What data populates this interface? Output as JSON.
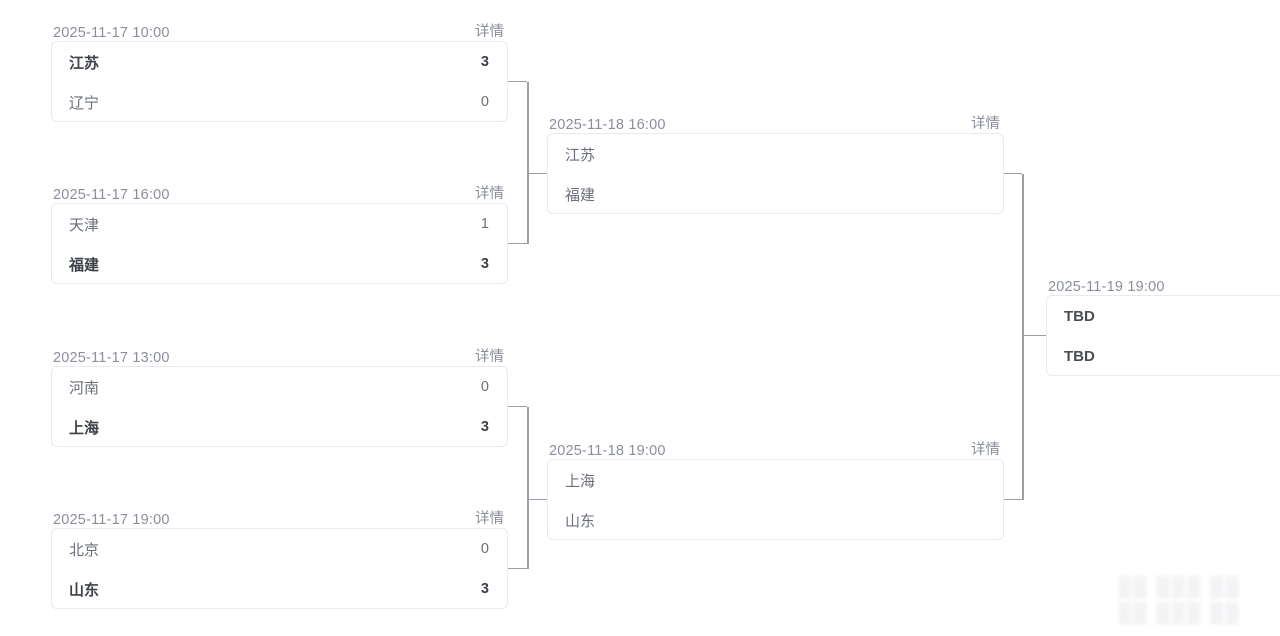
{
  "bracket": {
    "detail_label": "详情",
    "tbd_label": "TBD",
    "line_color": "#9a9ea6",
    "card_border_color": "#e8eaee",
    "muted_text_color": "#8a8f99",
    "winner_text_color": "#3d4148",
    "rounds": [
      {
        "name": "quarterfinals",
        "matches": [
          {
            "time": "2025-11-17  10:00",
            "detail": "详情",
            "teams": [
              {
                "name": "江苏",
                "score": "3",
                "winner": true
              },
              {
                "name": "辽宁",
                "score": "0",
                "winner": false
              }
            ]
          },
          {
            "time": "2025-11-17  16:00",
            "detail": "详情",
            "teams": [
              {
                "name": "天津",
                "score": "1",
                "winner": false
              },
              {
                "name": "福建",
                "score": "3",
                "winner": true
              }
            ]
          },
          {
            "time": "2025-11-17  13:00",
            "detail": "详情",
            "teams": [
              {
                "name": "河南",
                "score": "0",
                "winner": false
              },
              {
                "name": "上海",
                "score": "3",
                "winner": true
              }
            ]
          },
          {
            "time": "2025-11-17  19:00",
            "detail": "详情",
            "teams": [
              {
                "name": "北京",
                "score": "0",
                "winner": false
              },
              {
                "name": "山东",
                "score": "3",
                "winner": true
              }
            ]
          }
        ]
      },
      {
        "name": "semifinals",
        "matches": [
          {
            "time": "2025-11-18  16:00",
            "detail": "详情",
            "teams": [
              {
                "name": "江苏",
                "score": "",
                "winner": false
              },
              {
                "name": "福建",
                "score": "",
                "winner": false
              }
            ]
          },
          {
            "time": "2025-11-18  19:00",
            "detail": "详情",
            "teams": [
              {
                "name": "上海",
                "score": "",
                "winner": false
              },
              {
                "name": "山东",
                "score": "",
                "winner": false
              }
            ]
          }
        ]
      },
      {
        "name": "final",
        "matches": [
          {
            "time": "2025-11-19  19:00",
            "detail": "",
            "teams": [
              {
                "name": "TBD",
                "score": "",
                "tbd": true
              },
              {
                "name": "TBD",
                "score": "",
                "tbd": true
              }
            ]
          }
        ]
      }
    ]
  },
  "watermark": {
    "line1": "",
    "line2": ""
  }
}
